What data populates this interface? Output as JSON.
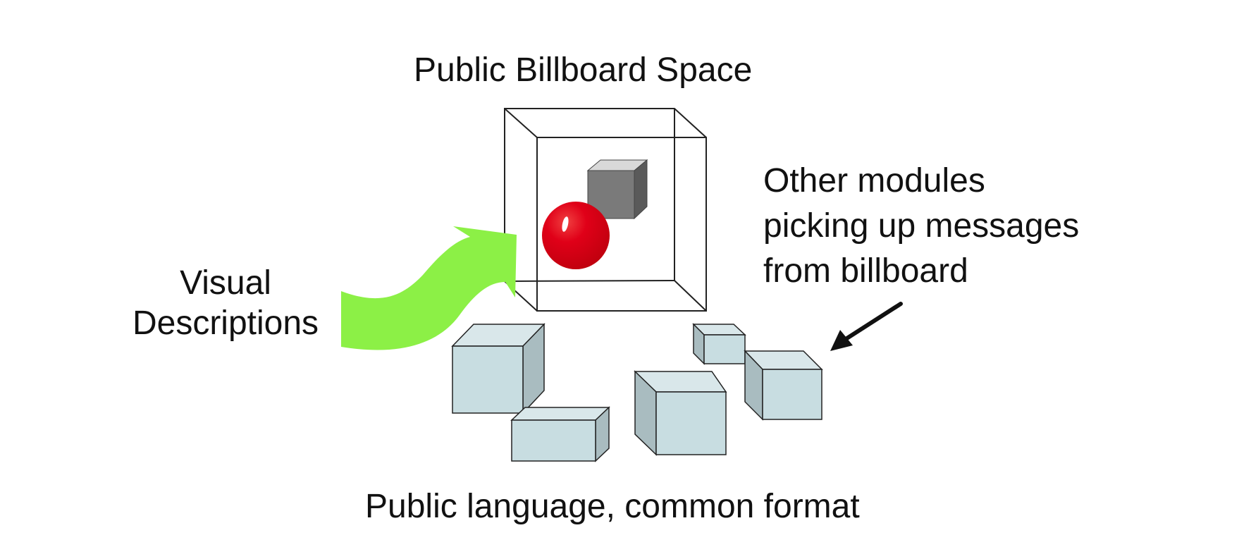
{
  "diagram": {
    "title": "Public Billboard Space",
    "caption": "Public language, common format",
    "left_label": [
      "Visual",
      "Descriptions"
    ],
    "right_label": [
      "Other modules",
      "picking up messages",
      "from billboard"
    ],
    "colors": {
      "arrow_green": "#8cf046",
      "sphere_red": "#dd0012",
      "module_fill": "#c8dde1",
      "module_side": "#a9bcc0",
      "module_top": "#d9e7ea",
      "cube_front": "#7a7a7a",
      "cube_side": "#5a5a5a",
      "cube_top": "#d9d9d9",
      "outline": "#222222"
    }
  }
}
